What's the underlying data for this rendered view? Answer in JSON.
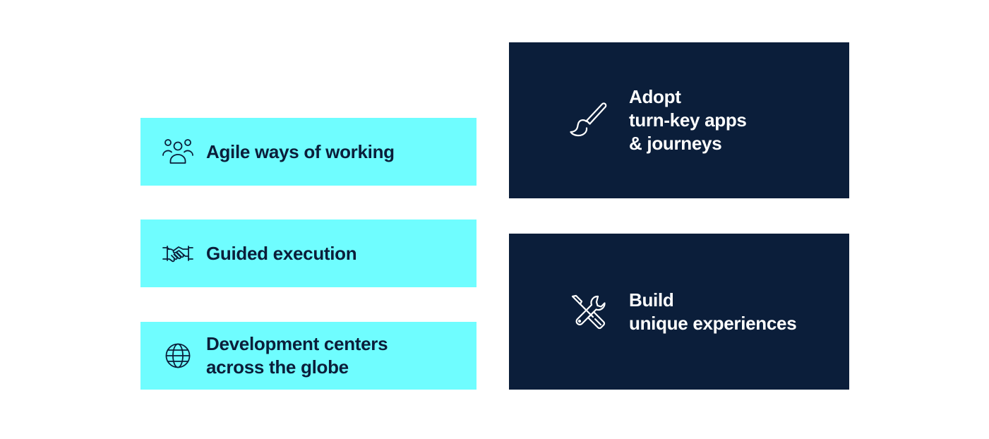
{
  "colors": {
    "light_card_bg": "#6ffdff",
    "dark_card_bg": "#0b1e3a",
    "dark_text": "#0b1e3a",
    "light_text": "#ffffff"
  },
  "left_cards": [
    {
      "icon": "people-group-icon",
      "lines": [
        "Agile ways of working"
      ]
    },
    {
      "icon": "handshake-icon",
      "lines": [
        "Guided execution"
      ]
    },
    {
      "icon": "globe-icon",
      "lines": [
        "Development centers",
        "across the globe"
      ]
    }
  ],
  "right_cards": [
    {
      "icon": "paintbrush-icon",
      "lines": [
        "Adopt",
        "turn-key apps",
        "& journeys"
      ]
    },
    {
      "icon": "tools-icon",
      "lines": [
        "Build",
        "unique experiences"
      ]
    }
  ]
}
